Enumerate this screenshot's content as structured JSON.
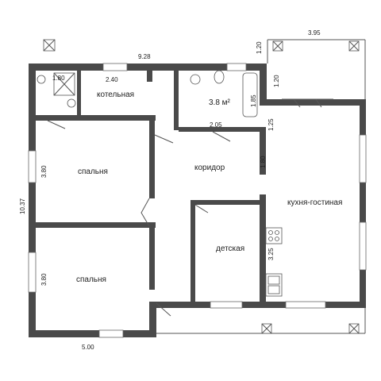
{
  "rooms": {
    "boiler": "котельная",
    "bathroom_area": "3.8 м²",
    "corridor": "коридор",
    "bedroom_top": "спальня",
    "bedroom_bottom": "спальня",
    "kitchen_living": "кухня-гостиная",
    "kids": "детская"
  },
  "dimensions": {
    "top_width": "9.28",
    "terrace_width": "3.95",
    "terrace_left_h": "1.20",
    "terrace_inner_h": "1.20",
    "wc_top": "1.80",
    "boiler_w": "2.40",
    "bath_h": "1.85",
    "bath_w": "2.05",
    "kitchen_upper": "1.25",
    "corridor_h": "1.80",
    "bedroom_top_h": "3.80",
    "left_total": "10.37",
    "bedroom_bottom_h": "3.80",
    "kitchen_lower": "3.25",
    "bottom_width": "5.00"
  },
  "colors": {
    "wall": "#4a4a4a",
    "line": "#555555",
    "background": "#ffffff"
  }
}
